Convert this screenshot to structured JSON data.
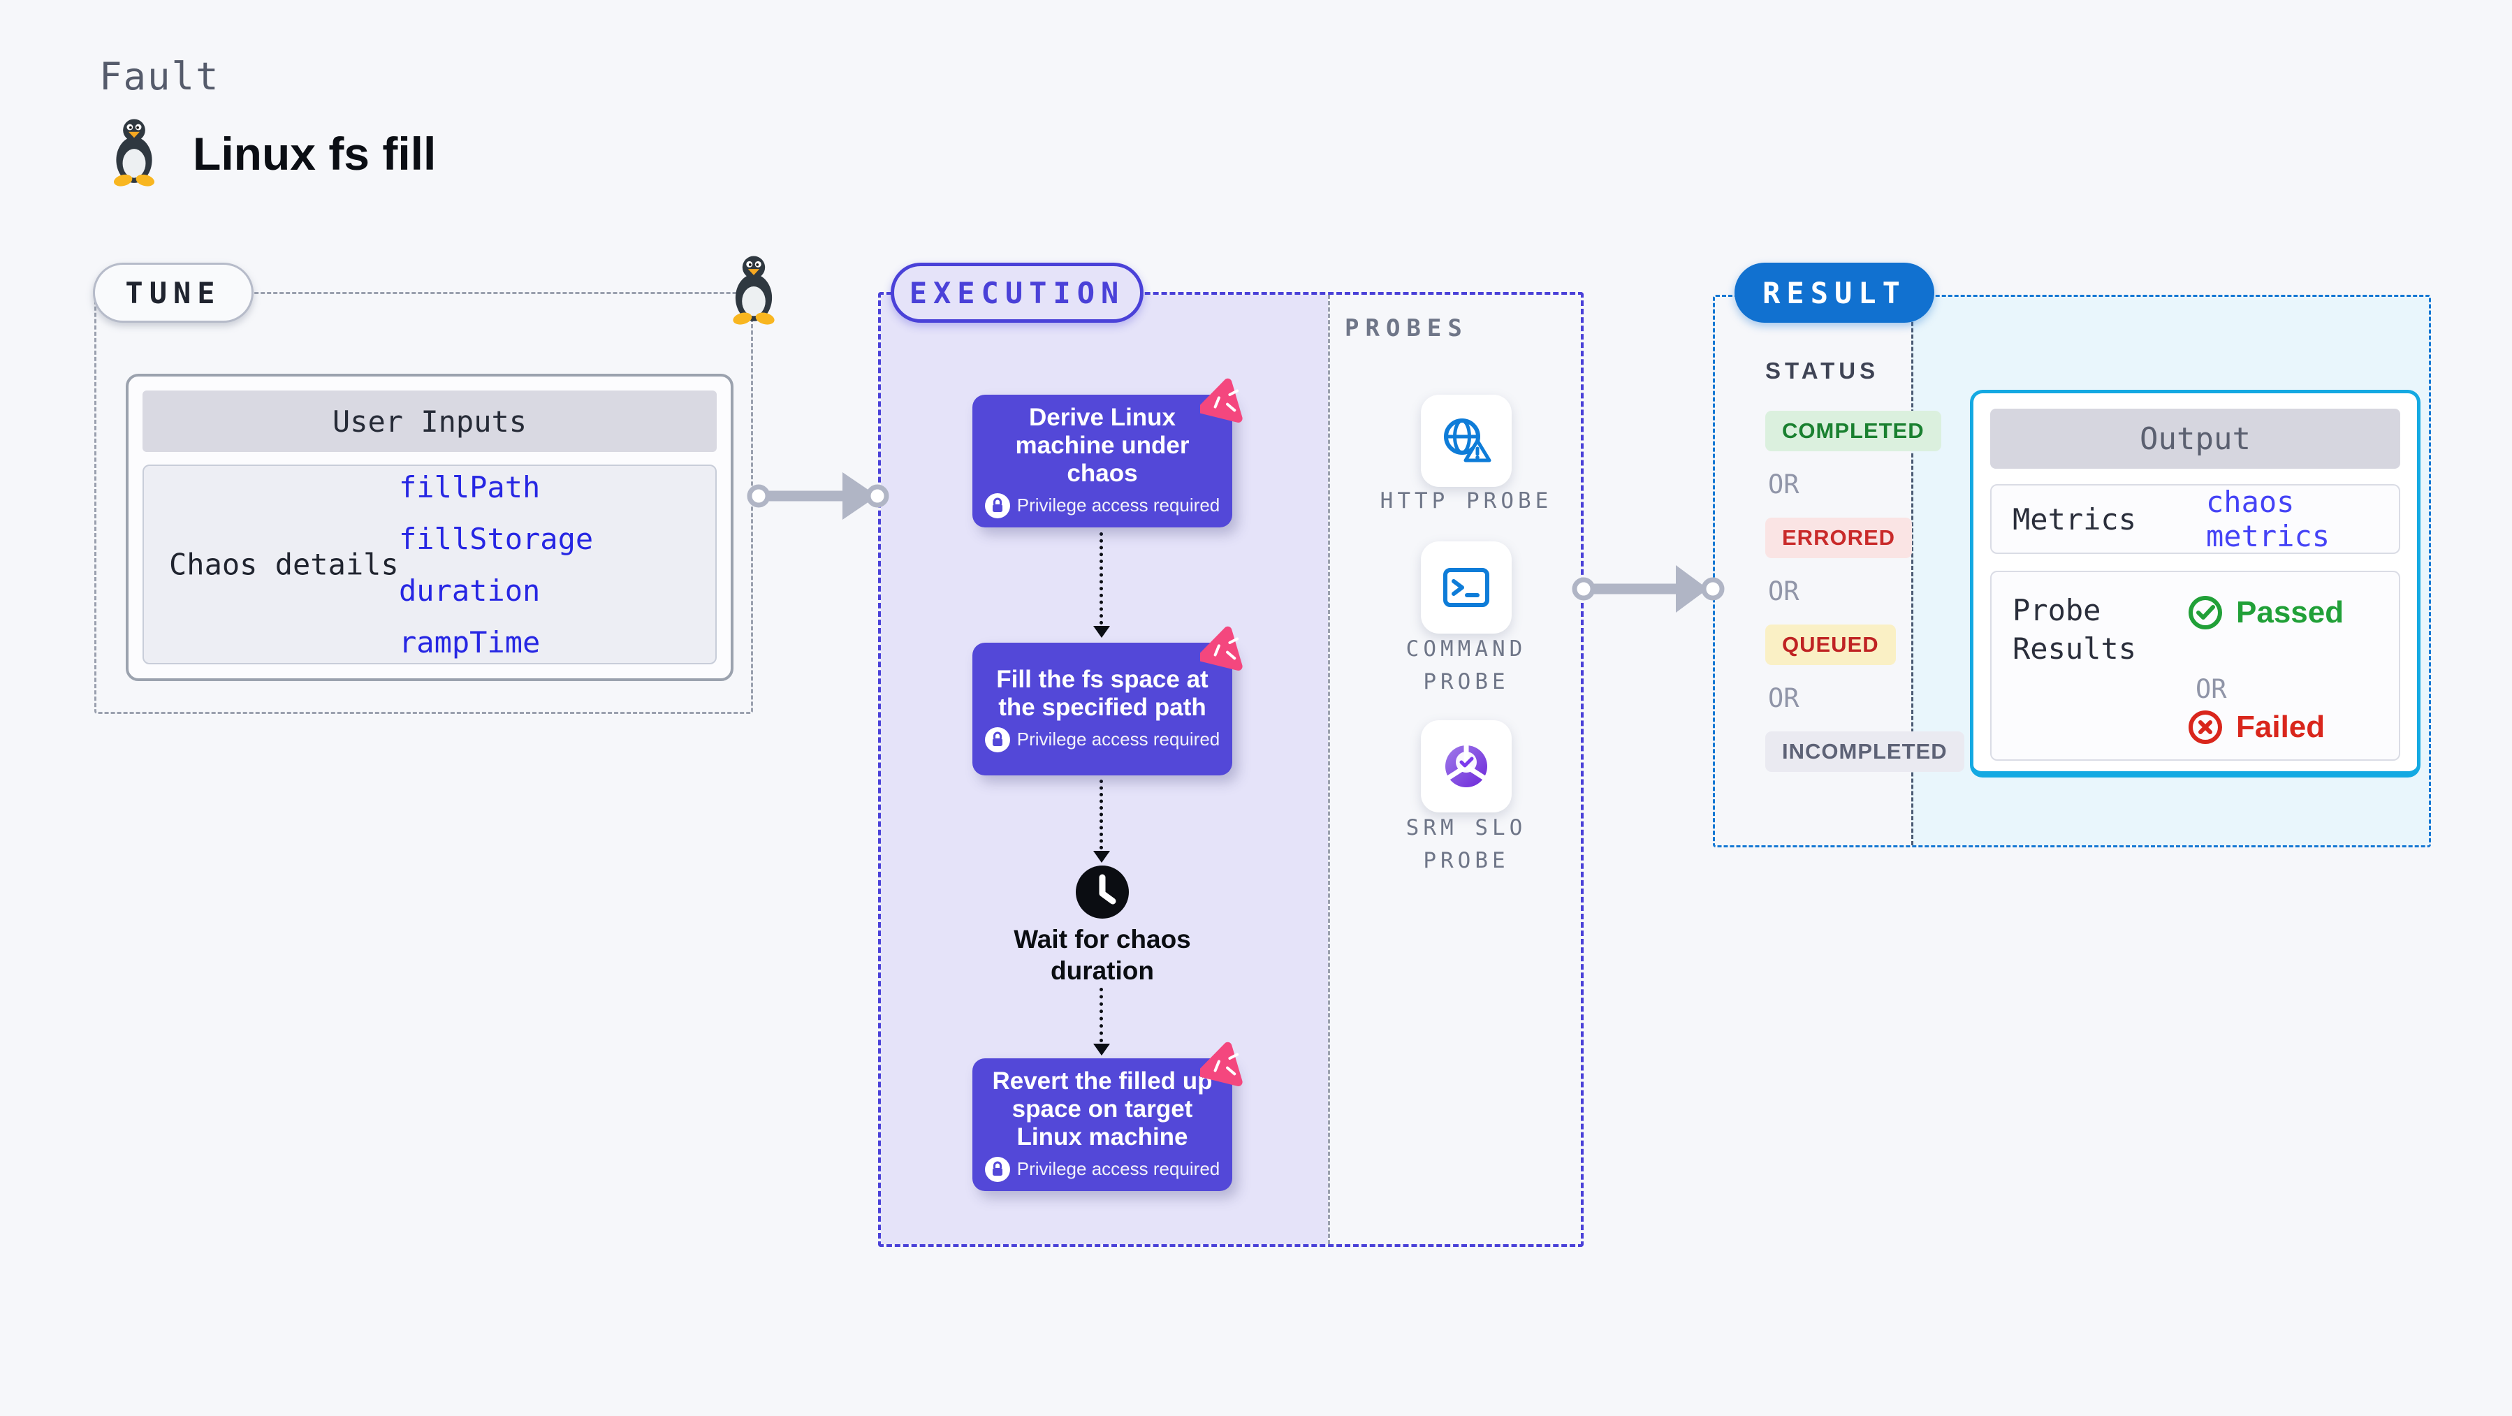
{
  "page": {
    "kicker": "Fault",
    "title": "Linux fs fill"
  },
  "tune": {
    "label": "TUNE",
    "user_inputs_title": "User Inputs",
    "chaos_details_label": "Chaos details",
    "params": [
      "fillPath",
      "fillStorage",
      "duration",
      "rampTime"
    ]
  },
  "execution": {
    "label": "EXECUTION",
    "steps": [
      {
        "title": "Derive Linux machine under chaos",
        "badge": "Privilege access required"
      },
      {
        "title": "Fill the fs space at the specified path",
        "badge": "Privilege access required"
      },
      {
        "title": "Revert the filled up space on target Linux machine",
        "badge": "Privilege access required"
      }
    ],
    "wait_label": "Wait for chaos\nduration"
  },
  "probes": {
    "label": "PROBES",
    "items": [
      {
        "name": "HTTP PROBE",
        "icon": "globe-alert-icon"
      },
      {
        "name": "COMMAND\nPROBE",
        "icon": "terminal-icon"
      },
      {
        "name": "SRM SLO\nPROBE",
        "icon": "slo-donut-check-icon"
      }
    ]
  },
  "result": {
    "label": "RESULT",
    "status_label": "STATUS",
    "or_label": "OR",
    "statuses": [
      {
        "text": "COMPLETED",
        "bg": "#DBF0DE",
        "fg": "#1A8030"
      },
      {
        "text": "ERRORED",
        "bg": "#FAE4E4",
        "fg": "#C92A2A"
      },
      {
        "text": "QUEUED",
        "bg": "#FAF0C5",
        "fg": "#BF2323"
      },
      {
        "text": "INCOMPLETED",
        "bg": "#EAEAF1",
        "fg": "#5D6276"
      }
    ],
    "output": {
      "title": "Output",
      "metrics_label": "Metrics",
      "metrics_value": "chaos metrics",
      "probe_results_label": "Probe Results",
      "passed_label": "Passed",
      "failed_label": "Failed"
    }
  },
  "colors": {
    "page_bg": "#F6F7FA",
    "indigo_accent": "#4A41D8",
    "step_purple": "#5348D8",
    "execution_fill": "#E5E3F9",
    "pink_burst": "#F4477E",
    "result_blue": "#1171D0",
    "cyan_border": "#14A9E2",
    "result_fill": "#E9F6FC",
    "link_blue": "#2626E3",
    "passed_green": "#21A038",
    "failed_red": "#D9261C",
    "arrow_grey": "#B0B5C5",
    "probe_icon_blue": "#0E7CD8"
  }
}
